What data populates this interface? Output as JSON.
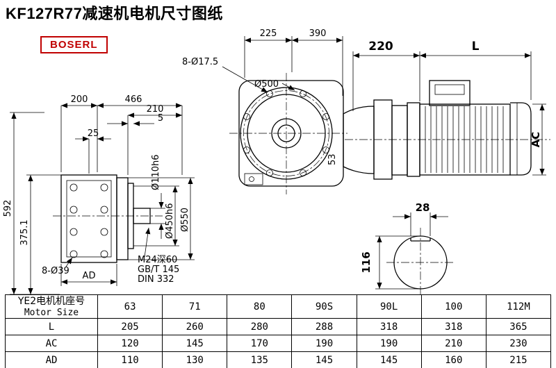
{
  "brand_color": "#c00000",
  "title": "KF127R77减速机电机尺寸图纸",
  "brand": "BOSERL",
  "front_view": {
    "bolt_holes": "8-Ø17.5",
    "dim_225": "225",
    "dim_390": "390",
    "flange_diameter": "Ø500",
    "dim_53": "53"
  },
  "motor_view": {
    "dim_220": "220",
    "dim_L": "L",
    "dim_AC": "AC"
  },
  "side_view": {
    "dim_200": "200",
    "dim_466": "466",
    "dim_210": "210",
    "dim_5": "5",
    "dim_25": "25",
    "dim_592": "592",
    "dim_375_1": "375.1",
    "bolt_holes": "8-Ø39",
    "dim_AD": "AD",
    "shaft_diameter": "Ø110h6",
    "spigot_diameter": "Ø450h6",
    "flange_od": "Ø550",
    "tap_line1": "M24深60",
    "tap_line2": "GB/T 145",
    "tap_line3": "DIN 332"
  },
  "shaft_section": {
    "dim_28": "28",
    "dim_116": "116"
  },
  "table": {
    "header_cn": "YE2电机机座号",
    "header_en": "Motor Size",
    "sizes": [
      "63",
      "71",
      "80",
      "90S",
      "90L",
      "100",
      "112M"
    ],
    "rows": [
      {
        "label": "L",
        "values": [
          "205",
          "260",
          "280",
          "288",
          "318",
          "318",
          "365"
        ]
      },
      {
        "label": "AC",
        "values": [
          "120",
          "145",
          "170",
          "190",
          "190",
          "210",
          "230"
        ]
      },
      {
        "label": "AD",
        "values": [
          "110",
          "130",
          "135",
          "145",
          "145",
          "160",
          "215"
        ]
      }
    ]
  }
}
